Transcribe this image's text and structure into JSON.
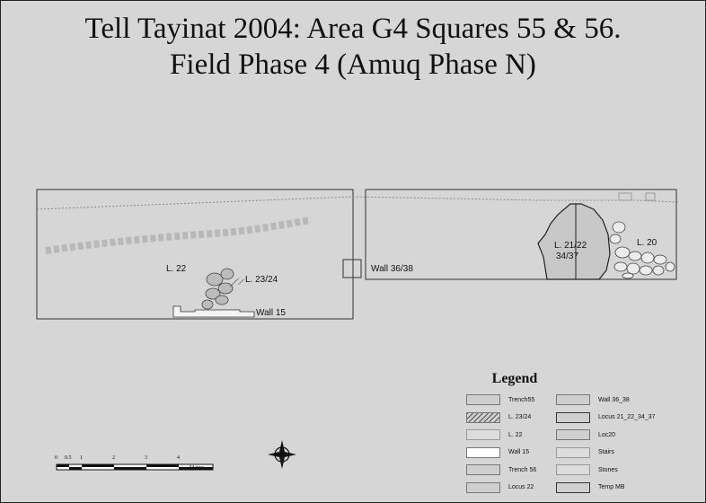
{
  "title": {
    "line1": "Tell Tayinat 2004: Area G4 Squares 55 & 56.",
    "line2": "Field Phase 4 (Amuq Phase N)"
  },
  "map_labels": {
    "l22": "L. 22",
    "l2324": "L. 23/24",
    "wall15": "Wall 15",
    "wall3638": "Wall 36/38",
    "l2122_a": "L. 21/22",
    "l2122_b": "34/37",
    "l20": "L. 20"
  },
  "legend": {
    "title": "Legend",
    "items_left": [
      {
        "label": "Trench55",
        "swatch": "plain"
      },
      {
        "label": "L. 23/24",
        "swatch": "hatched"
      },
      {
        "label": "L. 22",
        "swatch": "light"
      },
      {
        "label": "Wall 15",
        "swatch": "white"
      },
      {
        "label": "Trench 56",
        "swatch": "plain"
      },
      {
        "label": "Locus 22",
        "swatch": "plain"
      }
    ],
    "items_right": [
      {
        "label": "Wall 36_38",
        "swatch": "plain"
      },
      {
        "label": "Locus 21_22_34_37",
        "swatch": "dark-outline"
      },
      {
        "label": "Loc20",
        "swatch": "plain"
      },
      {
        "label": "Stairs",
        "swatch": "light"
      },
      {
        "label": "Stones",
        "swatch": "light"
      },
      {
        "label": "Temp MB",
        "swatch": "dark-outline"
      }
    ]
  },
  "scale_bar": {
    "ticks": [
      "0",
      "0.5",
      "1",
      "2",
      "3",
      "4"
    ],
    "unit": "Meters"
  },
  "north_arrow": {
    "icon": "compass-rose-icon"
  },
  "colors": {
    "background": "#d6d6d6",
    "outline": "#222222",
    "wall15_fill": "#f4f4f4",
    "hatch": "#555555"
  }
}
